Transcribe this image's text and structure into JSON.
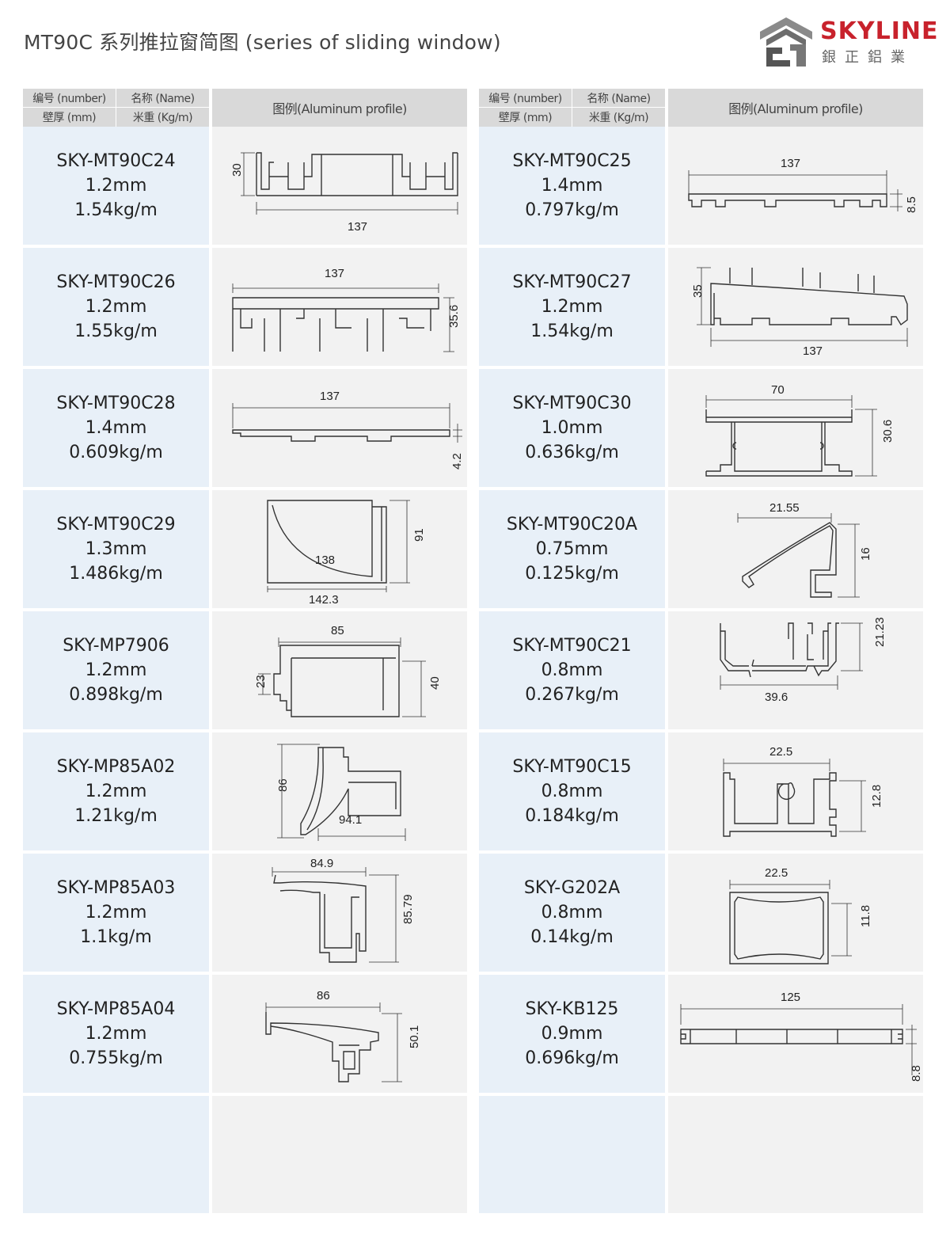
{
  "page": {
    "title": "MT90C 系列推拉窗简图 (series of  sliding  window)"
  },
  "logo": {
    "brand": "SKYLINE",
    "sub": "銀正鋁業"
  },
  "header": {
    "number": "编号 (number)",
    "name": "名称 (Name)",
    "thickness": "壁厚 (mm)",
    "weight": "米重 (Kg/m)",
    "figure": "图例(Aluminum profile)"
  },
  "left": [
    {
      "code": "SKY-MT90C24",
      "thickness": "1.2mm",
      "weight": "1.54kg/m",
      "dims": [
        "30",
        "137"
      ]
    },
    {
      "code": "SKY-MT90C26",
      "thickness": "1.2mm",
      "weight": "1.55kg/m",
      "dims": [
        "137",
        "35.6"
      ]
    },
    {
      "code": "SKY-MT90C28",
      "thickness": "1.4mm",
      "weight": "0.609kg/m",
      "dims": [
        "137",
        "4.2"
      ]
    },
    {
      "code": "SKY-MT90C29",
      "thickness": "1.3mm",
      "weight": "1.486kg/m",
      "dims": [
        "138",
        "91",
        "142.3"
      ]
    },
    {
      "code": "SKY-MP7906",
      "thickness": "1.2mm",
      "weight": "0.898kg/m",
      "dims": [
        "85",
        "23",
        "40"
      ]
    },
    {
      "code": "SKY-MP85A02",
      "thickness": "1.2mm",
      "weight": "1.21kg/m",
      "dims": [
        "86",
        "94.1"
      ]
    },
    {
      "code": "SKY-MP85A03",
      "thickness": "1.2mm",
      "weight": "1.1kg/m",
      "dims": [
        "84.9",
        "85.79"
      ]
    },
    {
      "code": "SKY-MP85A04",
      "thickness": "1.2mm",
      "weight": "0.755kg/m",
      "dims": [
        "86",
        "50.1"
      ]
    }
  ],
  "right": [
    {
      "code": "SKY-MT90C25",
      "thickness": "1.4mm",
      "weight": "0.797kg/m",
      "dims": [
        "137",
        "8.5"
      ]
    },
    {
      "code": "SKY-MT90C27",
      "thickness": "1.2mm",
      "weight": "1.54kg/m",
      "dims": [
        "35",
        "137"
      ]
    },
    {
      "code": "SKY-MT90C30",
      "thickness": "1.0mm",
      "weight": "0.636kg/m",
      "dims": [
        "70",
        "30.6"
      ]
    },
    {
      "code": "SKY-MT90C20A",
      "thickness": "0.75mm",
      "weight": "0.125kg/m",
      "dims": [
        "21.55",
        "16"
      ]
    },
    {
      "code": "SKY-MT90C21",
      "thickness": "0.8mm",
      "weight": "0.267kg/m",
      "dims": [
        "21.23",
        "39.6"
      ]
    },
    {
      "code": "SKY-MT90C15",
      "thickness": "0.8mm",
      "weight": "0.184kg/m",
      "dims": [
        "22.5",
        "12.8"
      ]
    },
    {
      "code": "SKY-G202A",
      "thickness": "0.8mm",
      "weight": "0.14kg/m",
      "dims": [
        "22.5",
        "11.8"
      ]
    },
    {
      "code": "SKY-KB125",
      "thickness": "0.9mm",
      "weight": "0.696kg/m",
      "dims": [
        "125",
        "8.8"
      ]
    }
  ]
}
